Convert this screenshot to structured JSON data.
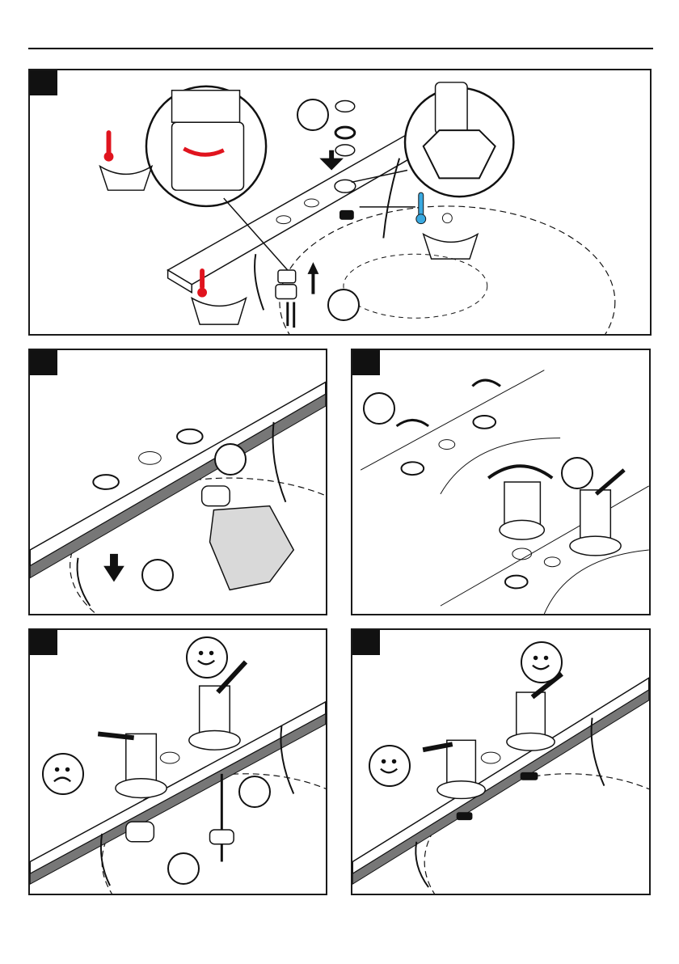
{
  "page": {
    "footer_text": ""
  },
  "colors": {
    "hot": "#e0141e",
    "cold": "#3aa9e0",
    "line": "#111111",
    "hand": "#d9d9d9"
  },
  "panels": [
    {
      "id": "step-1",
      "label": "",
      "icons": [
        "hot-thermometer-icon",
        "cold-thermometer-icon",
        "snowflake-icon",
        "magnifier-detail"
      ]
    },
    {
      "id": "step-2",
      "label": "",
      "icons": [
        "hand-icon",
        "arrow-down-icon"
      ]
    },
    {
      "id": "step-3",
      "label": "",
      "icons": [
        "rotate-arrow-icon"
      ]
    },
    {
      "id": "step-4",
      "label": "",
      "icons": [
        "smiley-icon",
        "frown-icon",
        "screwdriver-icon"
      ]
    },
    {
      "id": "step-5",
      "label": "",
      "icons": [
        "smiley-icon"
      ]
    }
  ]
}
